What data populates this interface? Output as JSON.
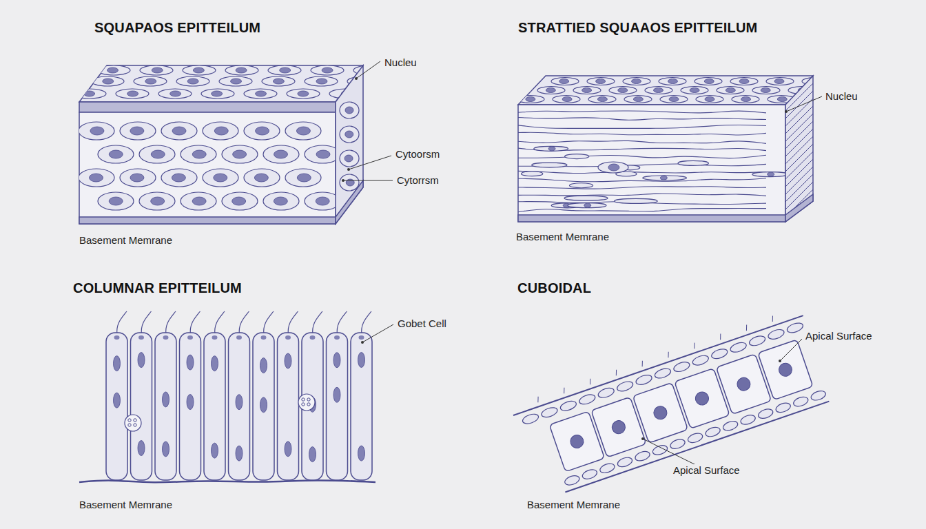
{
  "diagram": {
    "labels": [
      "SQUAPAOS EPITTEILUM",
      "Nucleu",
      "Cytoorsm",
      "Cytorrsm",
      "Basement Memrane",
      "STRATTIED SQUAAOS EPITTEILUM",
      "Nucleu",
      "Basement Memrane",
      "COLUMNAR EPITTEILUM",
      "Gobet Cell",
      "Basement Memrane",
      "CUBOIDAL",
      "Apical Surface",
      "Apical Surface",
      "Basement Memrane"
    ]
  }
}
